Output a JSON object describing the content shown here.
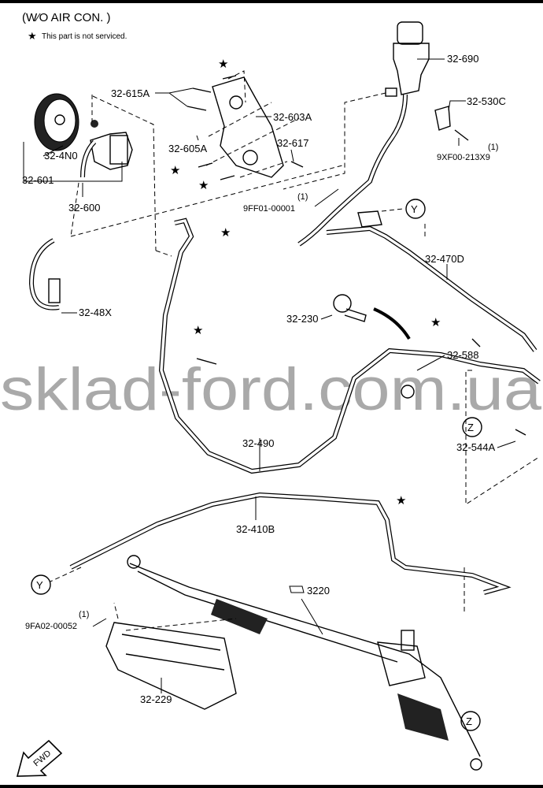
{
  "header": {
    "title": "(W⁄O AIR CON. )",
    "note": "This part is not serviced.",
    "note_icon": "star-icon"
  },
  "labels": {
    "p32_615A": "32-615A",
    "p32_603A": "32-603A",
    "p32_690": "32-690",
    "p32_530C": "32-530C",
    "qty_9XF00": "(1)",
    "p9XF00": "9XF00-213X9",
    "p32_4N0": "32-4N0",
    "p32_601": "32-601",
    "p32_600": "32-600",
    "p32_605A": "32-605A",
    "p32_617": "32-617",
    "qty_9FF01": "(1)",
    "p9FF01": "9FF01-00001",
    "p32_470D": "32-470D",
    "p32_48X": "32-48X",
    "p32_230": "32-230",
    "p32_588": "32-588",
    "p32_544A": "32-544A",
    "p32_490": "32-490",
    "p32_410B": "32-410B",
    "p3220": "3220",
    "qty_9FA02": "(1)",
    "p9FA02": "9FA02-00052",
    "p32_229": "32-229"
  },
  "refs": {
    "y1": "Y",
    "y2": "Y",
    "z1": "Z",
    "z2": "Z"
  },
  "fwd": "FWD",
  "watermark": "sklad-ford.com.ua"
}
